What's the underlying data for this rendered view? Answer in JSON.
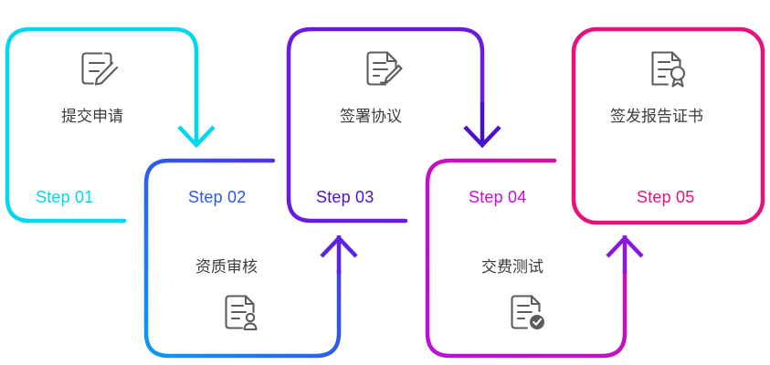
{
  "diagram": {
    "type": "process-flow",
    "orientation": "alternating-zigzag",
    "step_count": 5,
    "background": "#ffffff",
    "icon_color": "#4a4a4a",
    "title_color": "#3c3c3c"
  },
  "steps": [
    {
      "step_label": "Step 01",
      "title": "提交申请",
      "icon": "document-edit-icon",
      "color": "#00D8F0",
      "row": "top",
      "arrow_out": "arrow-down-step01-to-step02"
    },
    {
      "step_label": "Step 02",
      "title": "资质审核",
      "icon": "document-person-icon",
      "color": "#2F56EE",
      "color_end": "#6A1BE0",
      "row": "bottom",
      "arrow_out": "arrow-up-step02-to-step03"
    },
    {
      "step_label": "Step 03",
      "title": "签署协议",
      "icon": "document-sign-icon",
      "color": "#6A1BE0",
      "row": "top",
      "arrow_out": "arrow-down-step03-to-step04"
    },
    {
      "step_label": "Step 04",
      "title": "交费测试",
      "icon": "document-check-icon",
      "color": "#B811D8",
      "color_end": "#E0127F",
      "row": "bottom",
      "arrow_out": "arrow-up-step04-to-step05"
    },
    {
      "step_label": "Step 05",
      "title": "签发报告证书",
      "icon": "certificate-award-icon",
      "color": "#E8127F",
      "row": "top",
      "arrow_out": null
    }
  ],
  "arrows": [
    {
      "name": "arrow-down-step01-to-step02",
      "direction": "down",
      "color": "#00D8F0"
    },
    {
      "name": "arrow-up-step02-to-step03",
      "direction": "up",
      "color": "#5B22E8"
    },
    {
      "name": "arrow-down-step03-to-step04",
      "direction": "down",
      "color": "#5B17D8"
    },
    {
      "name": "arrow-up-step04-to-step05",
      "direction": "up",
      "color": "#8A17E0"
    }
  ]
}
